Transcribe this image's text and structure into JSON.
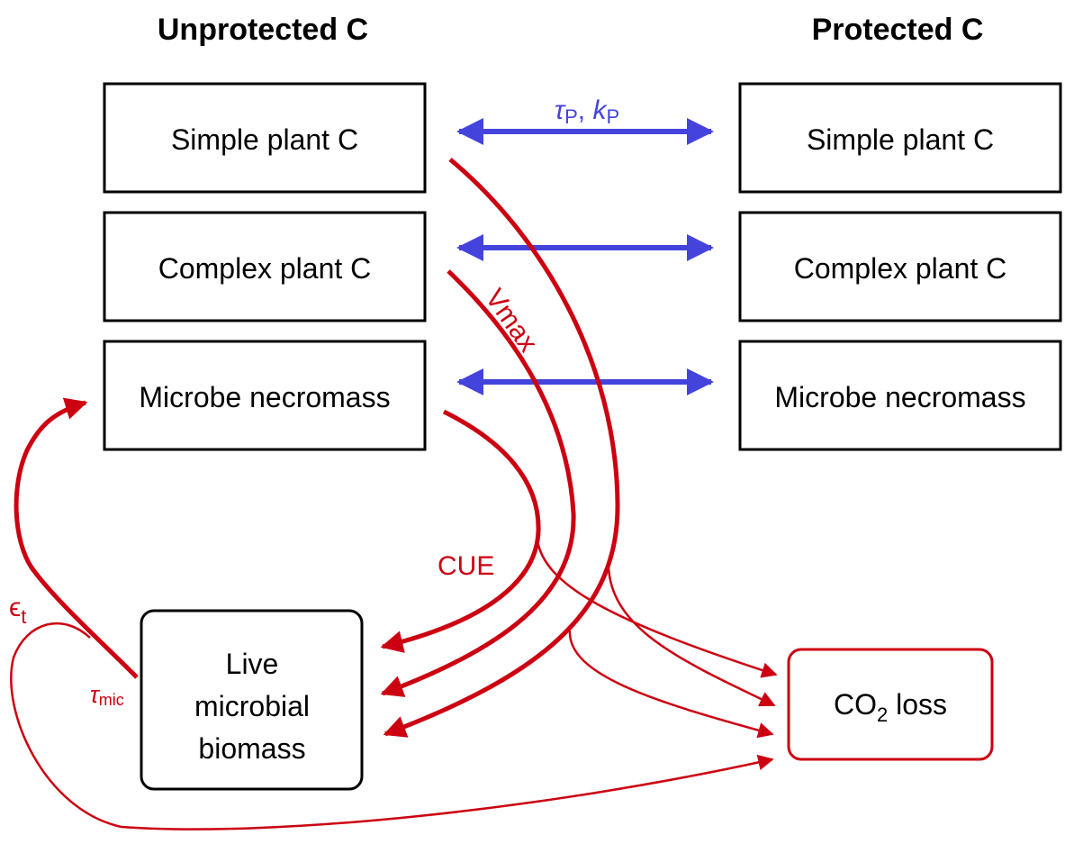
{
  "colors": {
    "box_stroke": "#000000",
    "flux_red": "#cc0011",
    "protection_blue": "#4444dd",
    "background": "#ffffff"
  },
  "columns": {
    "unprotected_title": "Unprotected C",
    "protected_title": "Protected C"
  },
  "unprotected_pools": [
    {
      "id": "simple",
      "label": "Simple plant C"
    },
    {
      "id": "complex",
      "label": "Complex plant C"
    },
    {
      "id": "necromass",
      "label": "Microbe necromass"
    }
  ],
  "protected_pools": [
    {
      "id": "simple",
      "label": "Simple plant C"
    },
    {
      "id": "complex",
      "label": "Complex plant C"
    },
    {
      "id": "necromass",
      "label": "Microbe necromass"
    }
  ],
  "microbial_biomass": {
    "lines": [
      "Live",
      "microbial",
      "biomass"
    ]
  },
  "co2_box": {
    "label_main": "CO",
    "label_sub": "2",
    "label_tail": " loss"
  },
  "parameters": {
    "protection": {
      "tau": "τ",
      "tau_sub": "P",
      "sep": ", ",
      "k": "k",
      "k_sub": "P"
    },
    "vmax": "Vmax",
    "cue": "CUE",
    "epsilon": {
      "symbol": "ϵ",
      "sub": "t"
    },
    "tau_mic": {
      "symbol": "τ",
      "sub": "mic"
    }
  },
  "flows": [
    {
      "from": "unprotected.simple",
      "to": "protected.simple",
      "type": "bidirectional",
      "label": "τP, kP"
    },
    {
      "from": "unprotected.complex",
      "to": "protected.complex",
      "type": "bidirectional"
    },
    {
      "from": "unprotected.necromass",
      "to": "protected.necromass",
      "type": "bidirectional"
    },
    {
      "from": "unprotected.simple",
      "to": "microbial_biomass",
      "type": "uptake"
    },
    {
      "from": "unprotected.complex",
      "to": "microbial_biomass",
      "type": "uptake",
      "label": "Vmax"
    },
    {
      "from": "unprotected.necromass",
      "to": "microbial_biomass",
      "type": "uptake",
      "label": "CUE"
    },
    {
      "from": "unprotected.simple",
      "to": "co2_loss",
      "type": "respiration"
    },
    {
      "from": "unprotected.complex",
      "to": "co2_loss",
      "type": "respiration"
    },
    {
      "from": "unprotected.necromass",
      "to": "co2_loss",
      "type": "respiration"
    },
    {
      "from": "microbial_biomass",
      "to": "unprotected.necromass",
      "type": "turnover",
      "label": "ϵt"
    },
    {
      "from": "microbial_biomass",
      "to": "co2_loss",
      "type": "turnover_loss",
      "label": "τmic"
    }
  ]
}
